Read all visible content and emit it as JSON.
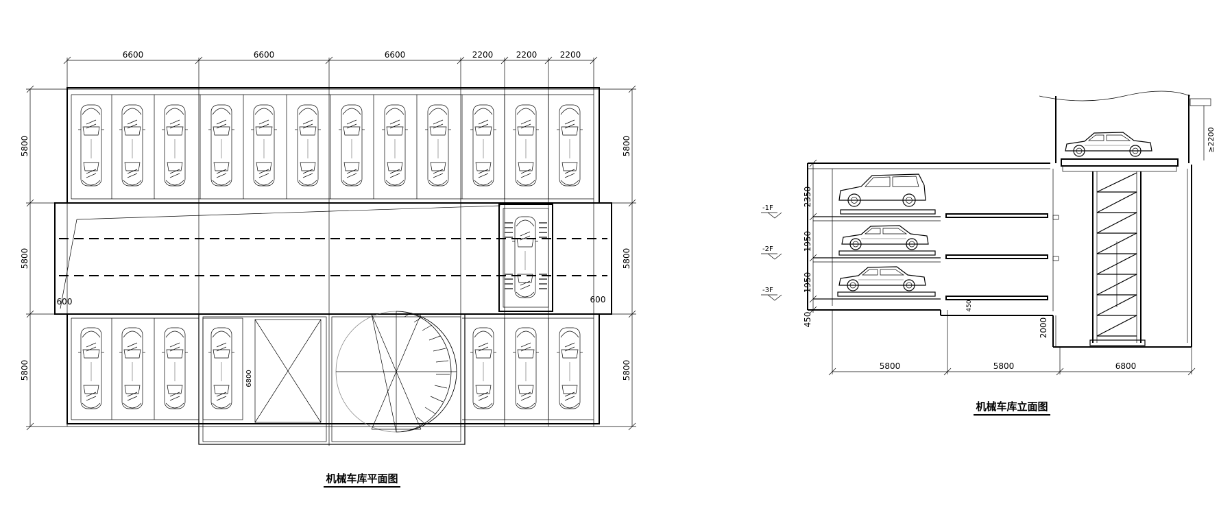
{
  "plan": {
    "title": "机械车库平面图",
    "top_dims": [
      "6600",
      "6600",
      "6600",
      "2200",
      "2200",
      "2200"
    ],
    "left_dims": [
      "5800",
      "5800",
      "5800"
    ],
    "right_dims": [
      "5800",
      "5800",
      "5800"
    ],
    "edge_left": "600",
    "edge_right": "600",
    "inner_dim": "6800"
  },
  "elevation": {
    "title": "机械车库立面图",
    "level_labels": [
      "-1F",
      "-2F",
      "-3F"
    ],
    "left_dims": [
      "2350",
      "1950",
      "1950",
      "450"
    ],
    "bottom_dims": [
      "5800",
      "5800",
      "6800"
    ],
    "pit_dim": "2000",
    "top_clearance": "≥2200",
    "small_dim": "450"
  }
}
